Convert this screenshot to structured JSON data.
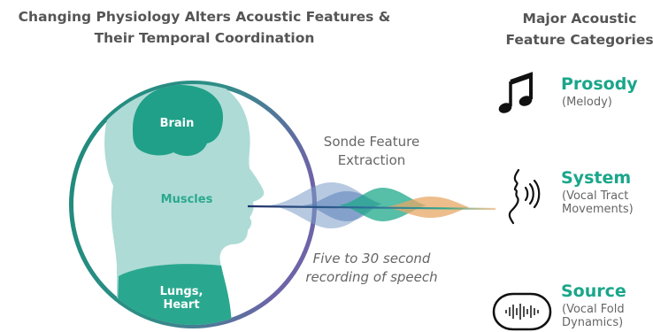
{
  "left_title": "Changing Physiology Alters Acoustic Features & Their Temporal Coordination",
  "right_title": "Major Acoustic Feature Categories",
  "head_labels": {
    "brain": "Brain",
    "muscles": "Muscles",
    "lungs": "Lungs,\nHeart"
  },
  "extraction_label": "Sonde Feature\nExtraction",
  "recording_label": "Five to 30 second\nrecording of speech",
  "categories": [
    {
      "name": "Prosody",
      "desc": "(Melody)",
      "icon": "music-note-icon"
    },
    {
      "name": "System",
      "desc": "(Vocal Tract\nMovements)",
      "icon": "speaking-face-icon"
    },
    {
      "name": "Source",
      "desc": "(Vocal Fold\nDynamics)",
      "icon": "speech-bubble-waveform-icon"
    }
  ],
  "colors": {
    "ring_teal": "#1f8a7c",
    "ring_purple": "#6d64a8",
    "head_fill": "#aedbd6",
    "accent_green": "#1aa68a",
    "wave_blue": "#7b9cc7",
    "wave_green": "#1fa88b",
    "wave_orange": "#e7a765"
  }
}
